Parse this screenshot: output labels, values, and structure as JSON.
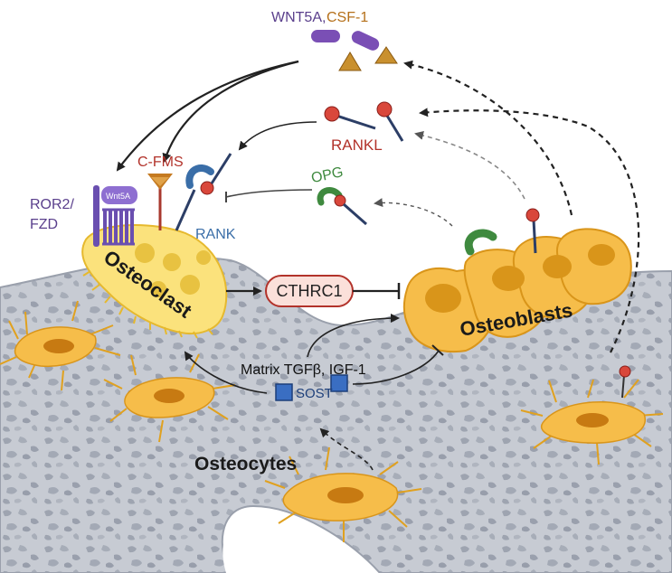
{
  "labels": {
    "wnt5a": "WNT5A,",
    "csf1": "CSF-1",
    "cfms": "C-FMS",
    "rankl": "RANKL",
    "opg": "OPG",
    "rank": "RANK",
    "ror2": "ROR2/",
    "fzd": "FZD",
    "wnt5a_badge": "Wnt5A",
    "osteoclast": "Osteoclast",
    "cthrc1": "CTHRC1",
    "osteoblasts": "Osteoblasts",
    "matrix": "Matrix TGFβ, IGF-1",
    "sost": "SOST",
    "osteocytes": "Osteocytes"
  },
  "colors": {
    "wnt5a": "#5a3f8c",
    "csf1": "#b5701a",
    "red_label": "#b2322a",
    "opg": "#3f8a3f",
    "rank": "#3a6ea8",
    "bone": "#b7bcc6",
    "cell": "#f6bd4a",
    "osteoclast": "#fbe27c"
  }
}
